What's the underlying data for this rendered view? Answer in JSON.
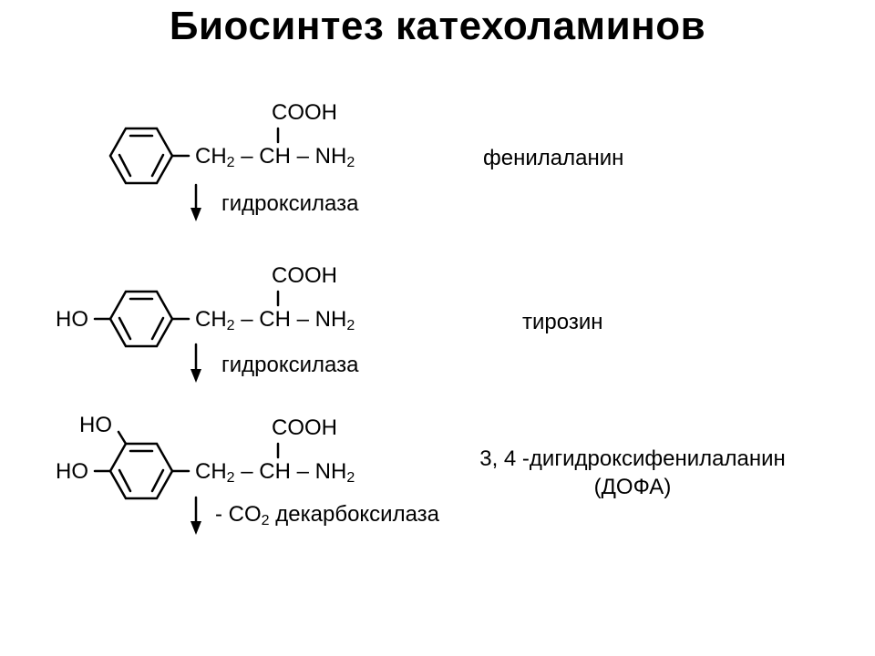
{
  "title": "Биосинтез катехоламинов",
  "steps": [
    {
      "carboxyl": "COOH",
      "chain": {
        "ch2": "CH",
        "ch2_sub": "2",
        "dash1": "–",
        "ch": "CH",
        "dash2": "–",
        "nh2": "NH",
        "nh2_sub": "2"
      },
      "name": "фенилаланин"
    },
    {
      "hydroxyl": "HO",
      "carboxyl": "COOH",
      "chain": {
        "ch2": "CH",
        "ch2_sub": "2",
        "dash1": "–",
        "ch": "CH",
        "dash2": "–",
        "nh2": "NH",
        "nh2_sub": "2"
      },
      "name": "тирозин"
    },
    {
      "hydroxyl_top": "HO",
      "hydroxyl": "HO",
      "carboxyl": "COOH",
      "chain": {
        "ch2": "CH",
        "ch2_sub": "2",
        "dash1": "–",
        "ch": "CH",
        "dash2": "–",
        "nh2": "NH",
        "nh2_sub": "2"
      },
      "name_line1": "3, 4 -дигидроксифенилаланин",
      "name_line2": "(ДОФА)"
    }
  ],
  "arrows": [
    {
      "label": "гидроксилаза"
    },
    {
      "label": "гидроксилаза"
    },
    {
      "prefix": "- CO",
      "sub": "2",
      "label": " декарбоксилаза"
    }
  ]
}
